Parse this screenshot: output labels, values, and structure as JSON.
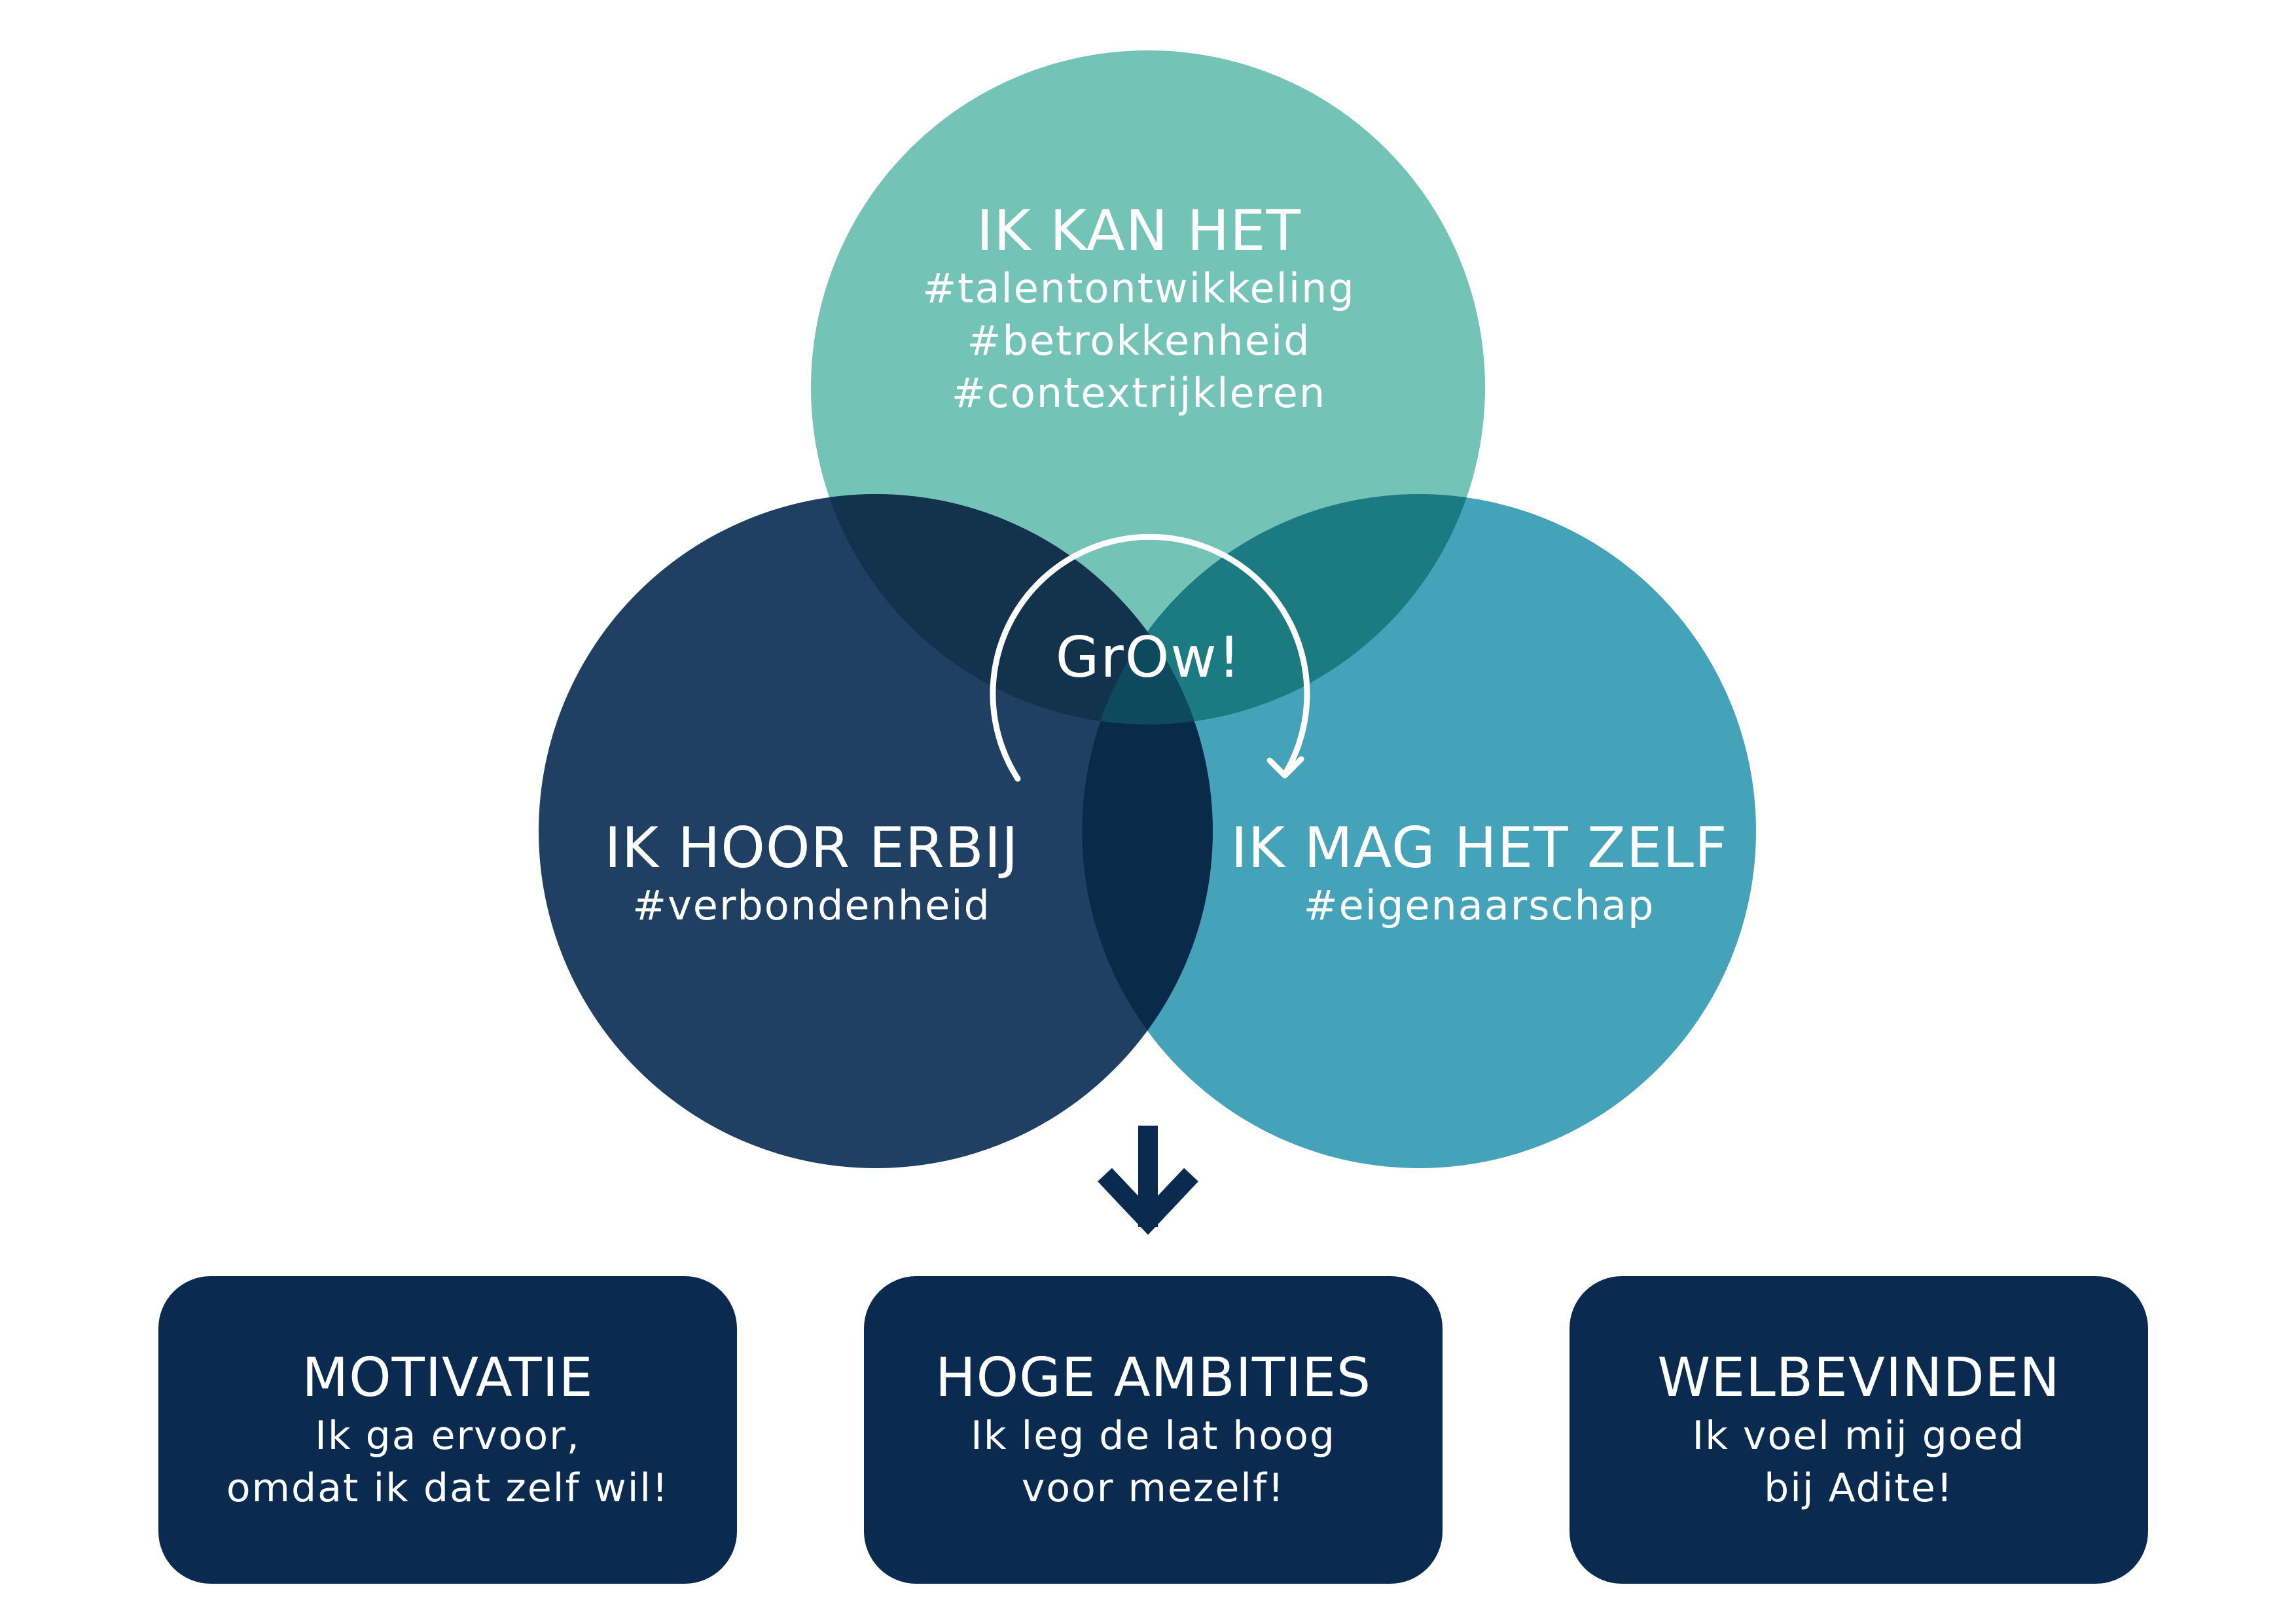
{
  "colors": {
    "circle_top": "#74c3b7",
    "circle_left": "#1f3f63",
    "circle_right": "#44a3b8",
    "overlap_top_left": "#13324b",
    "overlap_top_right": "#1c7b80",
    "overlap_left_right": "#0a2a4a",
    "overlap_center": "#0e4a5e",
    "box_fill": "#0a2a4f",
    "arrow": "#0a2a4f",
    "text": "#ffffff"
  },
  "circles": {
    "top": {
      "title": "IK KAN HET",
      "tags": [
        "#talentontwikkeling",
        "#betrokkenheid",
        "#contextrijkleren"
      ]
    },
    "left": {
      "title": "IK HOOR ERBIJ",
      "tags": [
        "#verbondenheid"
      ]
    },
    "right": {
      "title": "IK MAG HET ZELF",
      "tags": [
        "#eigenaarschap"
      ]
    }
  },
  "center": {
    "label": "GrOw!",
    "icon": "cycle-arrow-icon"
  },
  "down_arrow_icon": "arrow-down-icon",
  "boxes": [
    {
      "title": "MOTIVATIE",
      "lines": [
        "Ik ga ervoor,",
        "omdat ik dat zelf wil!"
      ]
    },
    {
      "title": "HOGE AMBITIES",
      "lines": [
        "Ik leg de lat hoog",
        "voor mezelf!"
      ]
    },
    {
      "title": "WELBEVINDEN",
      "lines": [
        "Ik voel mij goed",
        "bij Adite!"
      ]
    }
  ]
}
